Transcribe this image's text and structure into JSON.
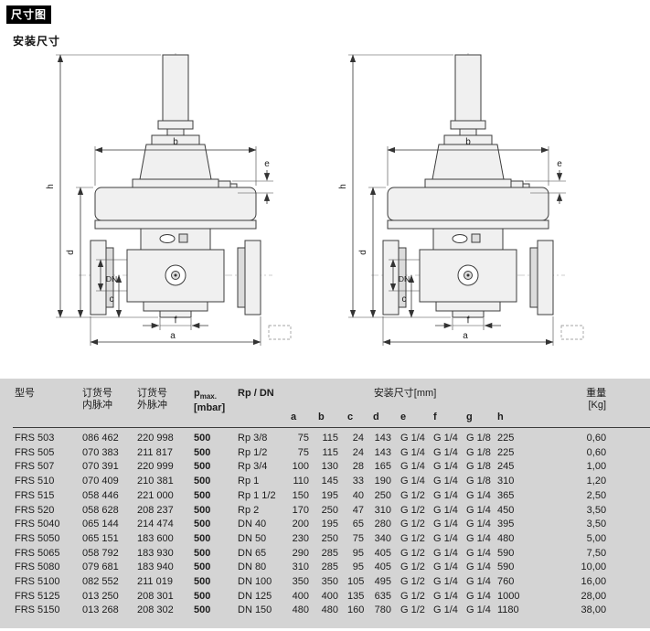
{
  "page": {
    "badge": "尺寸图",
    "section_title": "安装尺寸"
  },
  "diagram": {
    "labels": {
      "a": "a",
      "b": "b",
      "c": "c",
      "d": "d",
      "e": "e",
      "f": "f",
      "h": "h",
      "dn": "DN"
    }
  },
  "table": {
    "headers": {
      "model": "型号",
      "order_col1_line1": "订货号",
      "order_col1_line2": "内脉冲",
      "order_col2_line1": "订货号",
      "order_col2_line2": "外脉冲",
      "pmax_p": "p",
      "pmax_sub": "max.",
      "pmax_unit": "[mbar]",
      "rp_dn": "Rp / DN",
      "dims_title": "安装尺寸[mm]",
      "letters": {
        "a": "a",
        "b": "b",
        "c": "c",
        "d": "d",
        "e": "e",
        "f": "f",
        "g": "g",
        "h": "h"
      },
      "weight_line1": "重量",
      "weight_line2": "[Kg]"
    },
    "rows": [
      {
        "model": "FRS 503",
        "internal": "086 462",
        "external": "220 998",
        "pmax": "500",
        "rp_dn": "Rp 3/8",
        "a": "75",
        "b": "115",
        "c": "24",
        "d": "143",
        "e": "G 1/4",
        "f": "G 1/4",
        "g": "G 1/8",
        "h": "225",
        "weight": "0,60"
      },
      {
        "model": "FRS 505",
        "internal": "070 383",
        "external": "211 817",
        "pmax": "500",
        "rp_dn": "Rp 1/2",
        "a": "75",
        "b": "115",
        "c": "24",
        "d": "143",
        "e": "G 1/4",
        "f": "G 1/4",
        "g": "G 1/8",
        "h": "225",
        "weight": "0,60"
      },
      {
        "model": "FRS 507",
        "internal": "070 391",
        "external": "220 999",
        "pmax": "500",
        "rp_dn": "Rp 3/4",
        "a": "100",
        "b": "130",
        "c": "28",
        "d": "165",
        "e": "G 1/4",
        "f": "G 1/4",
        "g": "G 1/8",
        "h": "245",
        "weight": "1,00"
      },
      {
        "model": "FRS 510",
        "internal": "070 409",
        "external": "210 381",
        "pmax": "500",
        "rp_dn": "Rp 1",
        "a": "110",
        "b": "145",
        "c": "33",
        "d": "190",
        "e": "G 1/4",
        "f": "G 1/4",
        "g": "G 1/8",
        "h": "310",
        "weight": "1,20"
      },
      {
        "model": "FRS 515",
        "internal": "058 446",
        "external": "221 000",
        "pmax": "500",
        "rp_dn": "Rp 1 1/2",
        "a": "150",
        "b": "195",
        "c": "40",
        "d": "250",
        "e": "G 1/2",
        "f": "G 1/4",
        "g": "G 1/4",
        "h": "365",
        "weight": "2,50"
      },
      {
        "model": "FRS 520",
        "internal": "058 628",
        "external": "208 237",
        "pmax": "500",
        "rp_dn": "Rp 2",
        "a": "170",
        "b": "250",
        "c": "47",
        "d": "310",
        "e": "G 1/2",
        "f": "G 1/4",
        "g": "G 1/4",
        "h": "450",
        "weight": "3,50"
      },
      {
        "model": "FRS 5040",
        "internal": "065 144",
        "external": "214 474",
        "pmax": "500",
        "rp_dn": "DN 40",
        "a": "200",
        "b": "195",
        "c": "65",
        "d": "280",
        "e": "G 1/2",
        "f": "G 1/4",
        "g": "G 1/4",
        "h": "395",
        "weight": "3,50"
      },
      {
        "model": "FRS 5050",
        "internal": "065 151",
        "external": "183 600",
        "pmax": "500",
        "rp_dn": "DN 50",
        "a": "230",
        "b": "250",
        "c": "75",
        "d": "340",
        "e": "G 1/2",
        "f": "G 1/4",
        "g": "G 1/4",
        "h": "480",
        "weight": "5,00"
      },
      {
        "model": "FRS 5065",
        "internal": "058 792",
        "external": "183 930",
        "pmax": "500",
        "rp_dn": "DN 65",
        "a": "290",
        "b": "285",
        "c": "95",
        "d": "405",
        "e": "G 1/2",
        "f": "G 1/4",
        "g": "G 1/4",
        "h": "590",
        "weight": "7,50"
      },
      {
        "model": "FRS 5080",
        "internal": "079 681",
        "external": "183 940",
        "pmax": "500",
        "rp_dn": "DN 80",
        "a": "310",
        "b": "285",
        "c": "95",
        "d": "405",
        "e": "G 1/2",
        "f": "G 1/4",
        "g": "G 1/4",
        "h": "590",
        "weight": "10,00"
      },
      {
        "model": "FRS 5100",
        "internal": "082 552",
        "external": "211 019",
        "pmax": "500",
        "rp_dn": "DN 100",
        "a": "350",
        "b": "350",
        "c": "105",
        "d": "495",
        "e": "G 1/2",
        "f": "G 1/4",
        "g": "G 1/4",
        "h": "760",
        "weight": "16,00"
      },
      {
        "model": "FRS 5125",
        "internal": "013 250",
        "external": "208 301",
        "pmax": "500",
        "rp_dn": "DN 125",
        "a": "400",
        "b": "400",
        "c": "135",
        "d": "635",
        "e": "G 1/2",
        "f": "G 1/4",
        "g": "G 1/4",
        "h": "1000",
        "weight": "28,00"
      },
      {
        "model": "FRS 5150",
        "internal": "013 268",
        "external": "208 302",
        "pmax": "500",
        "rp_dn": "DN 150",
        "a": "480",
        "b": "480",
        "c": "160",
        "d": "780",
        "e": "G 1/2",
        "f": "G 1/4",
        "g": "G 1/4",
        "h": "1180",
        "weight": "38,00"
      }
    ]
  }
}
